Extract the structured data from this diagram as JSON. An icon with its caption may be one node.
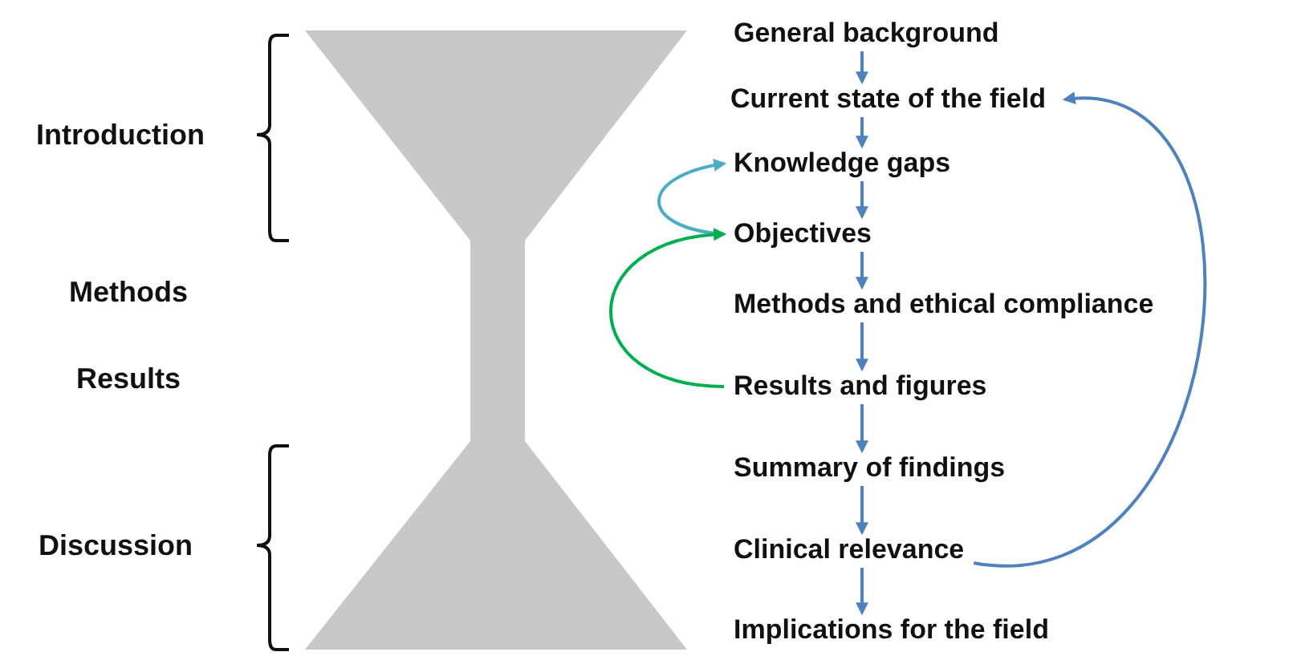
{
  "diagram": {
    "nodes": [
      {
        "text": [
          "General background"
        ]
      },
      {
        "text": [
          "Current state of the field"
        ]
      },
      {
        "text": [
          "Knowledge gaps"
        ]
      },
      {
        "text": [
          "Objectives"
        ]
      },
      {
        "text": [
          "Methods and ethical compliance"
        ]
      },
      {
        "text": [
          "Results and figures"
        ]
      },
      {
        "text": [
          "Summary of findings"
        ]
      },
      {
        "text": [
          "Clinical relevance"
        ]
      },
      {
        "text": [
          "Implications for the field"
        ]
      }
    ],
    "edges": [
      {
        "from": 0,
        "to": 1,
        "arrow": "to"
      },
      {
        "from": 1,
        "to": 2,
        "arrow": "to"
      },
      {
        "from": 2,
        "to": 3,
        "arrow": "to"
      },
      {
        "from": 3,
        "to": 4,
        "arrow": "to"
      },
      {
        "from": 4,
        "to": 5,
        "arrow": "to"
      },
      {
        "from": 5,
        "to": 6,
        "arrow": "to"
      },
      {
        "from": 6,
        "to": 7,
        "arrow": "to"
      },
      {
        "from": 7,
        "to": 8,
        "arrow": "to"
      },
      {
        "from": 3,
        "to": 2,
        "arrow": "to",
        "color": "#4bacc6"
      },
      {
        "from": 5,
        "to": 3,
        "arrow": "to",
        "color": "#00b050"
      },
      {
        "from": 7,
        "to": 1,
        "arrow": "to"
      }
    ],
    "labels": [
      "Introduction",
      "Methods",
      "Results",
      "Discussion"
    ]
  }
}
